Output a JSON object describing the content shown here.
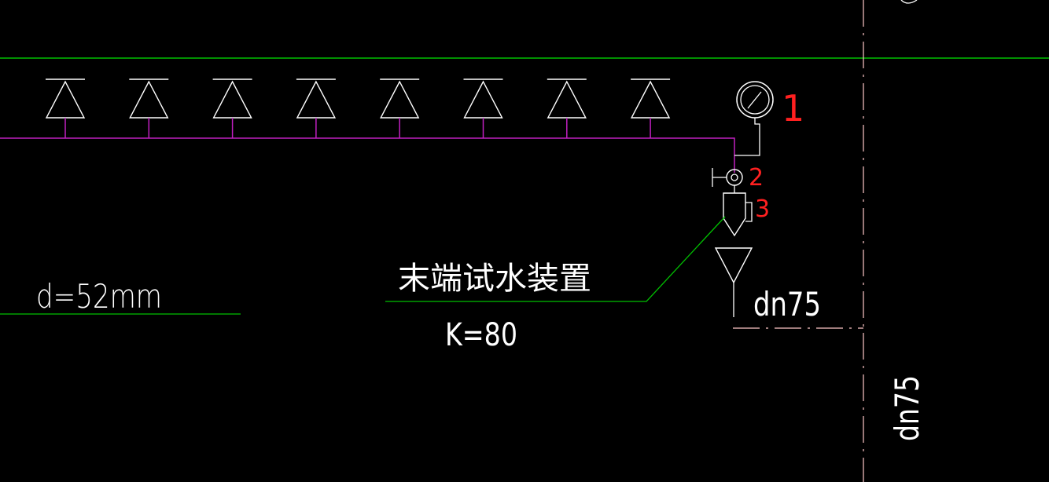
{
  "labels": {
    "pipe_diameter": "d=52mm",
    "device_name": "末端试水装置",
    "k_factor": "K=80",
    "drain_size_horizontal": "dn75",
    "drain_size_vertical": "dn75",
    "callout_1": "1",
    "callout_2": "2",
    "callout_3": "3"
  },
  "sprinkler_count": 8,
  "colors": {
    "background": "#000000",
    "pipe": "#c020c0",
    "leader": "#00c000",
    "symbol": "#ffffff",
    "callout": "#ff2020",
    "drain": "#ffc8c8"
  },
  "icons": [
    "sprinkler-head-icon",
    "pressure-gauge-icon",
    "valve-icon",
    "test-nozzle-icon",
    "drain-funnel-icon"
  ]
}
